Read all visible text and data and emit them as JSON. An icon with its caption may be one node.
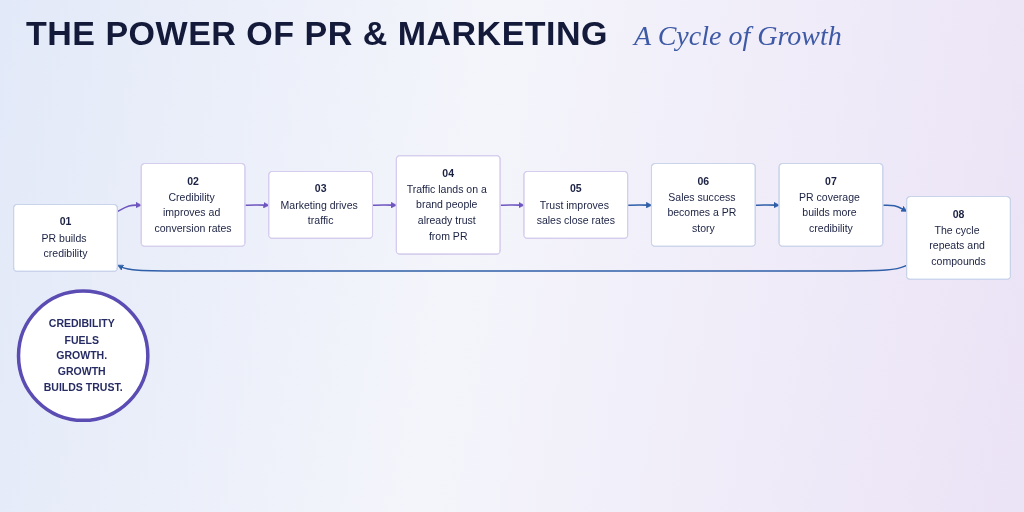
{
  "diagram": {
    "title": "THE POWER OF PR & MARKETING",
    "nodes": [
      {
        "text": [
          "01",
          "PR builds credibility"
        ]
      },
      {
        "text": [
          "02",
          "Credibility improves ad conversion rates"
        ]
      },
      {
        "text": [
          "03",
          "Marketing drives traffic"
        ]
      },
      {
        "text": [
          "04",
          "Traffic lands on a brand people already trust from PR"
        ]
      },
      {
        "text": [
          "05",
          "Trust improves sales close rates"
        ]
      },
      {
        "text": [
          "06",
          "Sales success becomes a PR story"
        ]
      },
      {
        "text": [
          "07",
          "PR coverage builds more credibility"
        ]
      },
      {
        "text": [
          "08",
          "The cycle repeats and compounds"
        ]
      },
      {
        "text": [
          "CREDIBILITY FUELS GROWTH. GROWTH BUILDS TRUST."
        ]
      }
    ],
    "edges": [
      {
        "from": 0,
        "to": 1,
        "arrow": "to",
        "color": "#6f55c0"
      },
      {
        "from": 1,
        "to": 2,
        "arrow": "to",
        "color": "#6f55c0"
      },
      {
        "from": 2,
        "to": 3,
        "arrow": "to",
        "color": "#6f55c0"
      },
      {
        "from": 3,
        "to": 4,
        "arrow": "to",
        "color": "#6f55c0"
      },
      {
        "from": 4,
        "to": 5,
        "arrow": "to",
        "color": "#2f5fa8"
      },
      {
        "from": 5,
        "to": 6,
        "arrow": "to",
        "color": "#2f5fa8"
      },
      {
        "from": 6,
        "to": 7,
        "arrow": "to",
        "color": "#2f5fa8"
      },
      {
        "from": 7,
        "to": 0,
        "arrow": "to",
        "color": "#2f5fa8"
      }
    ],
    "labels": [
      "A Cycle of Growth"
    ]
  }
}
